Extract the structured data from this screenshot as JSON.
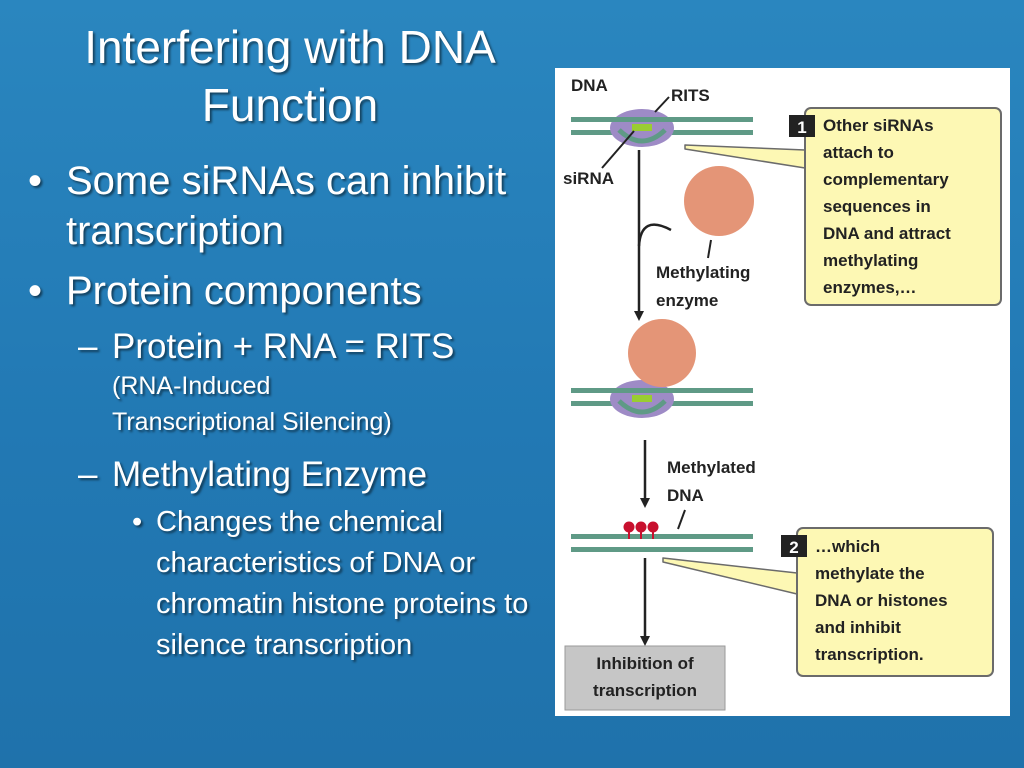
{
  "slide": {
    "title_line1": "Interfering with DNA",
    "title_line2": "Function",
    "bullets": [
      {
        "text": "Some siRNAs can inhibit transcription"
      },
      {
        "text": "Protein components"
      }
    ],
    "sub_bullets": [
      {
        "text": "Protein + RNA = RITS",
        "detail_line1": "(RNA-Induced",
        "detail_line2": "Transcriptional Silencing)"
      },
      {
        "text": "Methylating Enzyme"
      }
    ],
    "sub_sub_bullets": [
      {
        "text": "Changes the chemical characteristics of DNA or chromatin histone proteins to silence transcription"
      }
    ],
    "bullet_marker": "•",
    "dash_marker": "–"
  },
  "figure": {
    "label_dna": "DNA",
    "label_rits": "RITS",
    "label_sirna": "siRNA",
    "label_methylating_line1": "Methylating",
    "label_methylating_line2": "enzyme",
    "label_methylated_line1": "Methylated",
    "label_methylated_line2": "DNA",
    "result_line1": "Inhibition of",
    "result_line2": "transcription",
    "step1": {
      "number": "1",
      "lines": [
        "Other siRNAs",
        "attach to",
        "complementary",
        "sequences in",
        "DNA and attract",
        "methylating",
        "enzymes,…"
      ]
    },
    "step2": {
      "number": "2",
      "lines": [
        "…which",
        "methylate the",
        "DNA or histones",
        "and inhibit",
        "transcription."
      ]
    }
  },
  "colors": {
    "background": "#2279b4",
    "dna_strand": "#5f9a86",
    "rits_purple": "#9e8bc6",
    "sirna_green": "#9acd32",
    "enzyme_salmon": "#e49577",
    "methyl_red": "#c8102e",
    "callout_yellow": "#fdf8b4",
    "callout_border": "#6b6b6b",
    "result_box": "#c6c6c6"
  }
}
